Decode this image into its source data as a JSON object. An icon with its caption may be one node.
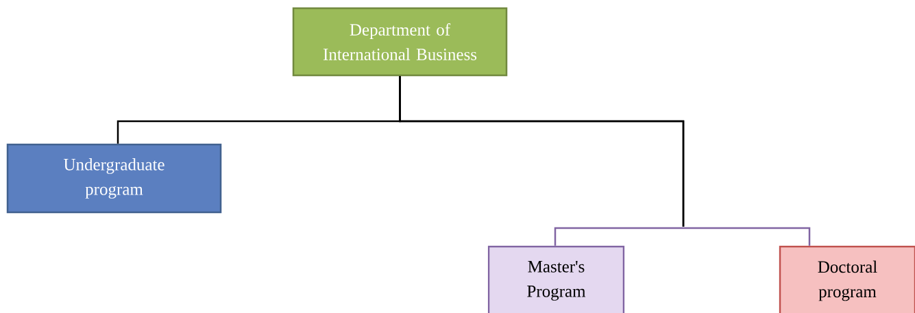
{
  "diagram": {
    "nodes": [
      {
        "text": [
          "Department of International Business"
        ]
      },
      {
        "text": [
          "Undergraduate program"
        ]
      },
      {
        "text": [
          "Master's Program"
        ]
      },
      {
        "text": [
          "Doctoral program"
        ]
      }
    ],
    "edges": [
      {
        "from": 0,
        "to": 1,
        "arrow": "none"
      },
      {
        "from": 0,
        "to": 2,
        "arrow": "none"
      },
      {
        "from": 0,
        "to": 3,
        "arrow": "none"
      }
    ]
  }
}
